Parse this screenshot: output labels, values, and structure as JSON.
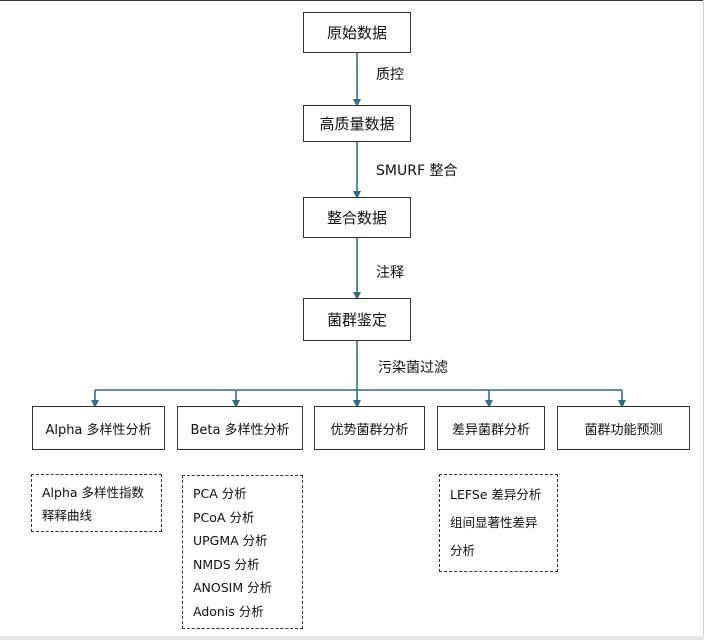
{
  "flow": {
    "raw_data": "原始数据",
    "qc_label": "质控",
    "hq_data": "高质量数据",
    "smurf_label": "SMURF 整合",
    "integrated_data": "整合数据",
    "annotation_label": "注释",
    "taxa_identification": "菌群鉴定",
    "contamination_filter_label": "污染菌过滤"
  },
  "analyses": [
    {
      "label": "Alpha 多样性分析"
    },
    {
      "label": "Beta 多样性分析"
    },
    {
      "label": "优势菌群分析"
    },
    {
      "label": "差异菌群分析"
    },
    {
      "label": "菌群功能预测"
    }
  ],
  "details": {
    "alpha": [
      "Alpha 多样性指数",
      "释释曲线"
    ],
    "beta": [
      "PCA 分析",
      "PCoA 分析",
      "UPGMA 分析",
      "NMDS 分析",
      "ANOSIM 分析",
      "Adonis 分析"
    ],
    "diff": [
      "LEFSe 差异分析",
      "组间显著性差异",
      "分析"
    ]
  },
  "colors": {
    "arrow": "#2f6f86",
    "border": "#333333"
  }
}
